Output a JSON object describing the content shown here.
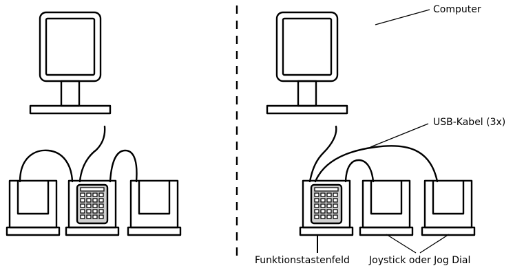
{
  "labels": {
    "computer": "Computer",
    "usb_cable": "USB-Kabel (3x)",
    "function_keypad": "Funktionstastenfeld",
    "joystick_or_jog_dial": "Joystick oder Jog Dial"
  },
  "colors": {
    "line": "#000000",
    "background": "#ffffff",
    "keypad_shade": "#d0d0d0"
  },
  "scenes": {
    "left": {
      "units": [
        "joystick-or-jog-dial",
        "function-keypad",
        "joystick-or-jog-dial"
      ]
    },
    "right": {
      "units": [
        "function-keypad",
        "joystick-or-jog-dial",
        "joystick-or-jog-dial"
      ]
    }
  }
}
